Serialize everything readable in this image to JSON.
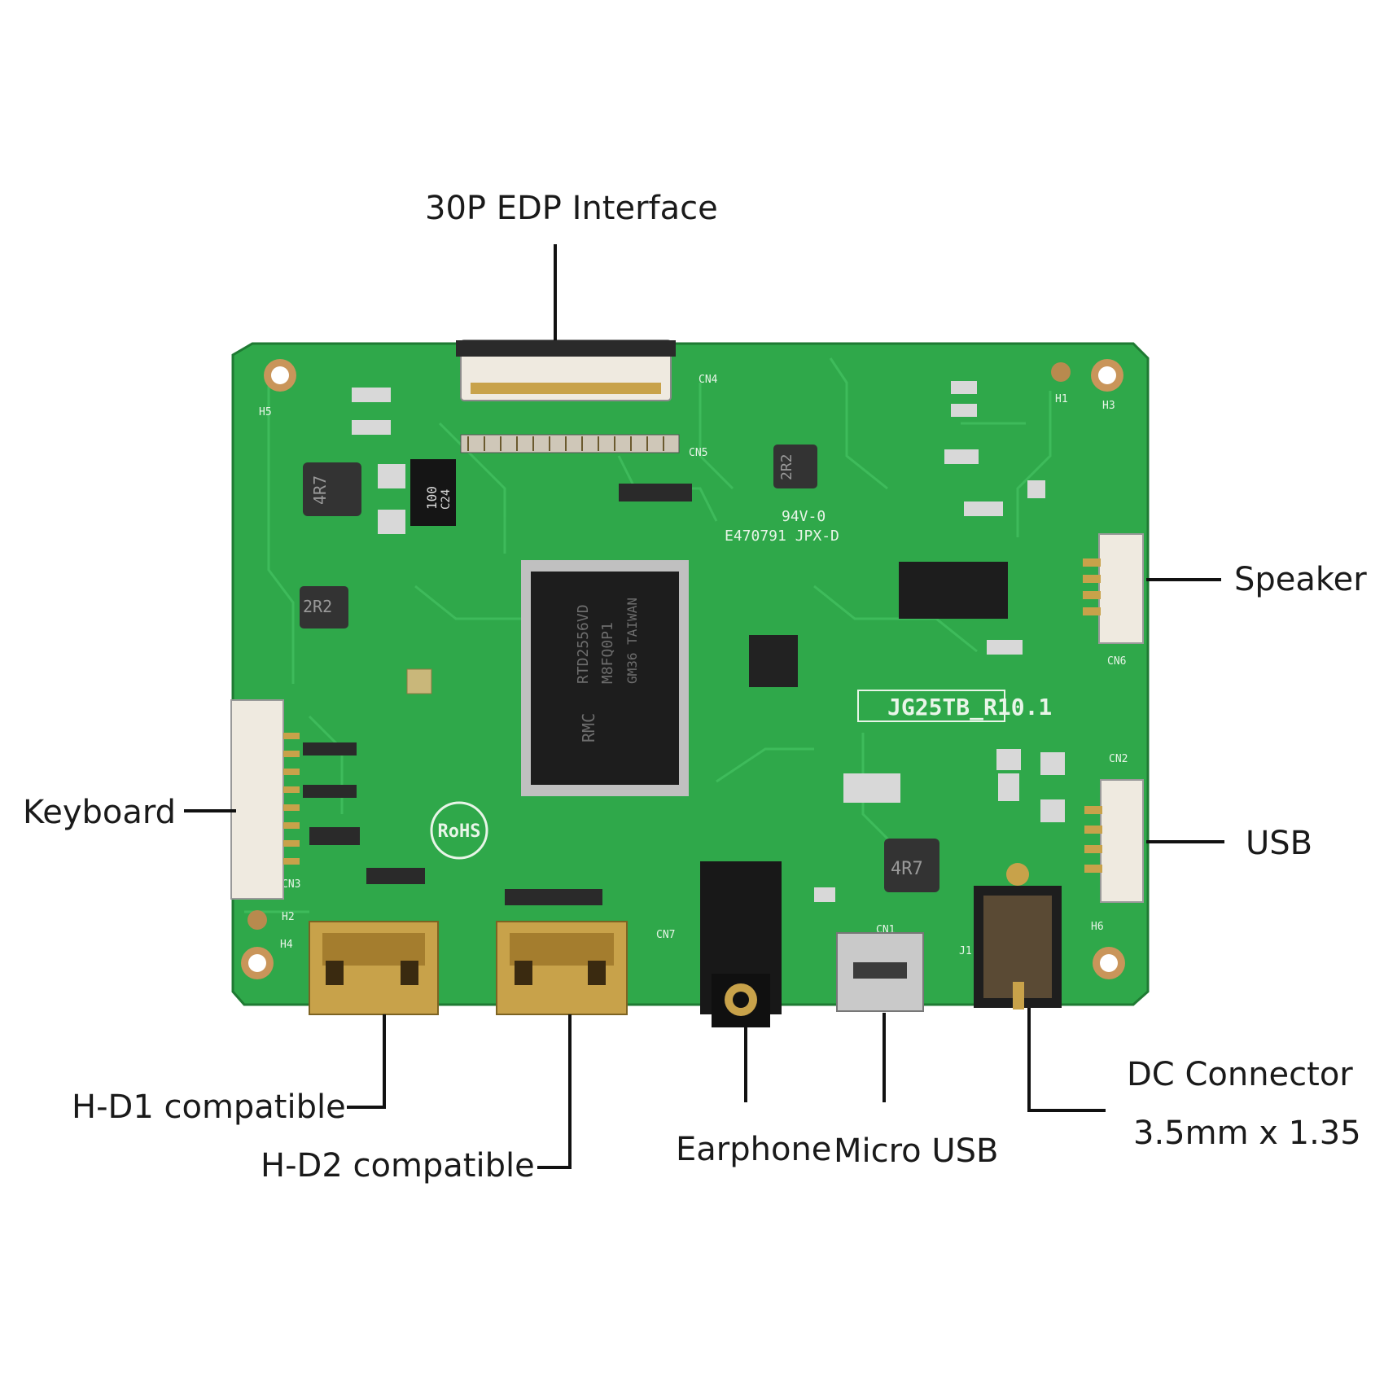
{
  "labels": {
    "edp": "30P EDP Interface",
    "speaker": "Speaker",
    "keyboard": "Keyboard",
    "usb": "USB",
    "hd1": "H-D1 compatible",
    "hd2": "H-D2 compatible",
    "earphone": "Earphone",
    "micro_usb": "Micro USB",
    "dc_connector": "DC Connector",
    "dc_size": "3.5mm x 1.35"
  },
  "board": {
    "model": "JG25TB_R10.1",
    "chip_line1": "RTD2556VD",
    "chip_line2": "M8FQ0P1",
    "chip_line3": "GM36 TAIWAN",
    "chip_brand": "RMC",
    "rohs": "RoHS",
    "ul_rating": "94V-0",
    "ul_code": "E470791 JPX-D",
    "inductor_1": "4R7",
    "inductor_2": "2R2",
    "inductor_3": "2R2",
    "inductor_4": "4R7",
    "cap_label_1": "100",
    "cap_label_2": "C24",
    "ref_cn4": "CN4",
    "ref_cn5": "CN5",
    "ref_cn6": "CN6",
    "ref_cn2": "CN2",
    "ref_cn3": "CN3",
    "ref_cn7": "CN7",
    "ref_cn1": "CN1",
    "ref_j1": "J1",
    "ref_h1": "H1",
    "ref_h2": "H2",
    "ref_h3": "H3",
    "ref_h4": "H4",
    "ref_h5": "H5",
    "ref_h6": "H6",
    "colors": {
      "pcb": "#2fa84a",
      "pcb_trace": "#3dbb58",
      "chip": "#1d1d1d",
      "silk": "#e8f5e8",
      "gold": "#c8a24a",
      "connector_white": "#efeae0"
    }
  }
}
